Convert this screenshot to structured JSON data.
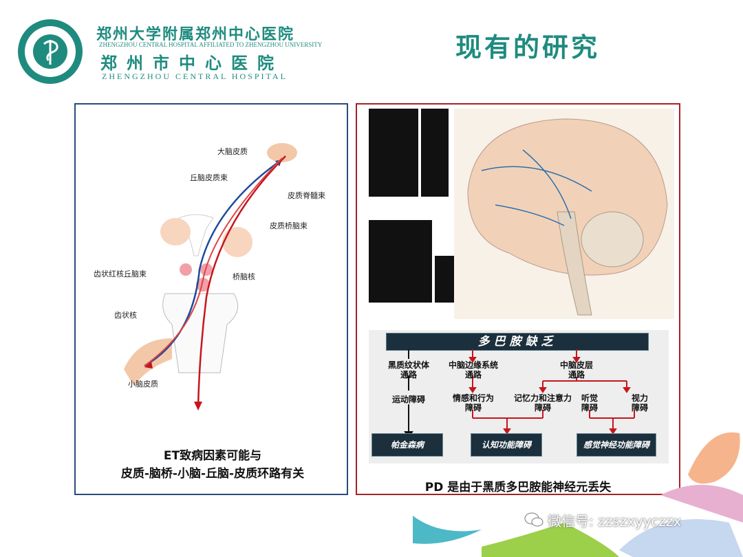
{
  "header": {
    "hospital_cn_1": "郑州大学附属郑州中心医院",
    "hospital_en_1": "ZHENGZHOU CENTRAL HOSPITAL AFFILIATED TO ZHENGZHOU UNIVERSITY",
    "hospital_cn_2": "郑州市中心医院",
    "hospital_en_2": "ZHENGZHOU CENTRAL HOSPITAL",
    "slide_title": "现有的研究"
  },
  "left_panel": {
    "labels": {
      "cortex": "大脑皮质",
      "thalamocortical": "丘脑皮质束",
      "corticospinal": "皮质脊髓束",
      "corticopontine": "皮质桥脑束",
      "dentatorubrothalamic": "齿状红核丘脑束",
      "pontine_nuclei": "桥脑核",
      "dentate": "齿状核",
      "cerebellar_cortex": "小脑皮质"
    },
    "caption_line1": "ET致病因素可能与",
    "caption_line2": "皮质-脑桥-小脑-丘脑-皮质环路有关"
  },
  "right_panel": {
    "flow": {
      "header": "多巴胺缺乏",
      "path1": "黑质纹状体\n通路",
      "path2": "中脑边缘系统\n通路",
      "path3": "中脑皮层\n通路",
      "d1": "运动障碍",
      "d2": "情感和行为\n障碍",
      "d3": "记忆力和注意力\n障碍",
      "d4": "听觉\n障碍",
      "d5": "视力\n障碍",
      "out1": "帕金森病",
      "out2": "认知功能障碍",
      "out3": "感觉神经功能障碍"
    },
    "caption": "PD 是由于黑质多巴胺能神经元丢失"
  },
  "watermark": {
    "text": "微信号: zzszxyyczzx"
  },
  "colors": {
    "teal": "#1f8b7f",
    "left_border": "#2b4a7b",
    "right_border": "#a52126",
    "flow_box": "#1b2f3c",
    "arrow_red": "#c8141c"
  }
}
